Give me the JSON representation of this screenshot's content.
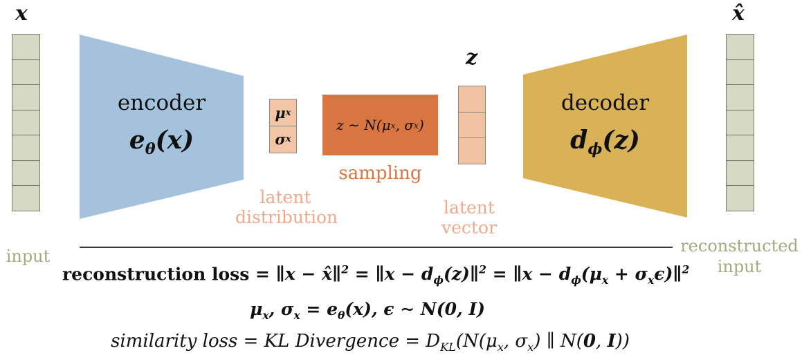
{
  "diagram": {
    "input_vector": {
      "label": "x",
      "cells_count": 7,
      "caption": "input"
    },
    "encoder": {
      "title": "encoder",
      "formula": "e_{θ}(x)",
      "color": "#a4c2db"
    },
    "latent_distribution": {
      "cells": [
        "μ_{x}",
        "σ_{x}"
      ],
      "caption_lines": [
        "latent",
        "distribution"
      ]
    },
    "sampling": {
      "formula": "z ∼ N(μ_{x}, σ_{x})",
      "caption": "sampling",
      "color": "#d97540"
    },
    "latent_vector": {
      "label": "z",
      "cells_count": 3,
      "caption": "latent vector"
    },
    "decoder": {
      "title": "decoder",
      "formula": "d_{ϕ}(z)",
      "color": "#d9b156"
    },
    "output_vector": {
      "label": "x̂",
      "cells_count": 7,
      "caption_lines": [
        "reconstructed",
        "input"
      ]
    }
  },
  "formulas": {
    "reconstruction_name": "reconstruction loss ",
    "reconstruction_math": "= ∥x − x̂∥^{2} = ∥x − d_{ϕ}(z)∥^{2} = ∥x − d_{ϕ}(μ_{x} + σ_{x}ϵ)∥^{2}",
    "reparam_line": "μ_{x}, σ_{x} = e_{θ}(x),   ϵ ∼ N(*{0}, *{I})",
    "similarity_line": "similarity loss = KL Divergence = D_{KL}(N(μ_{x}, σ_{x}) ∥ N(*{0}, *{I}))"
  },
  "colors": {
    "encoder_blue": "#a4c2db",
    "decoder_gold": "#d9b156",
    "sampling_orange": "#d97540",
    "peach_cell_fill": "#f2c3a3",
    "peach_caption_text": "#f0a98b",
    "orange_caption_text": "#dc7442",
    "olive_caption_text": "#a5aa7c",
    "vector_cell_fill": "#d6d9c4",
    "vector_cell_border": "#75756c",
    "formula_text": "#111111",
    "background": "#ffffff"
  }
}
